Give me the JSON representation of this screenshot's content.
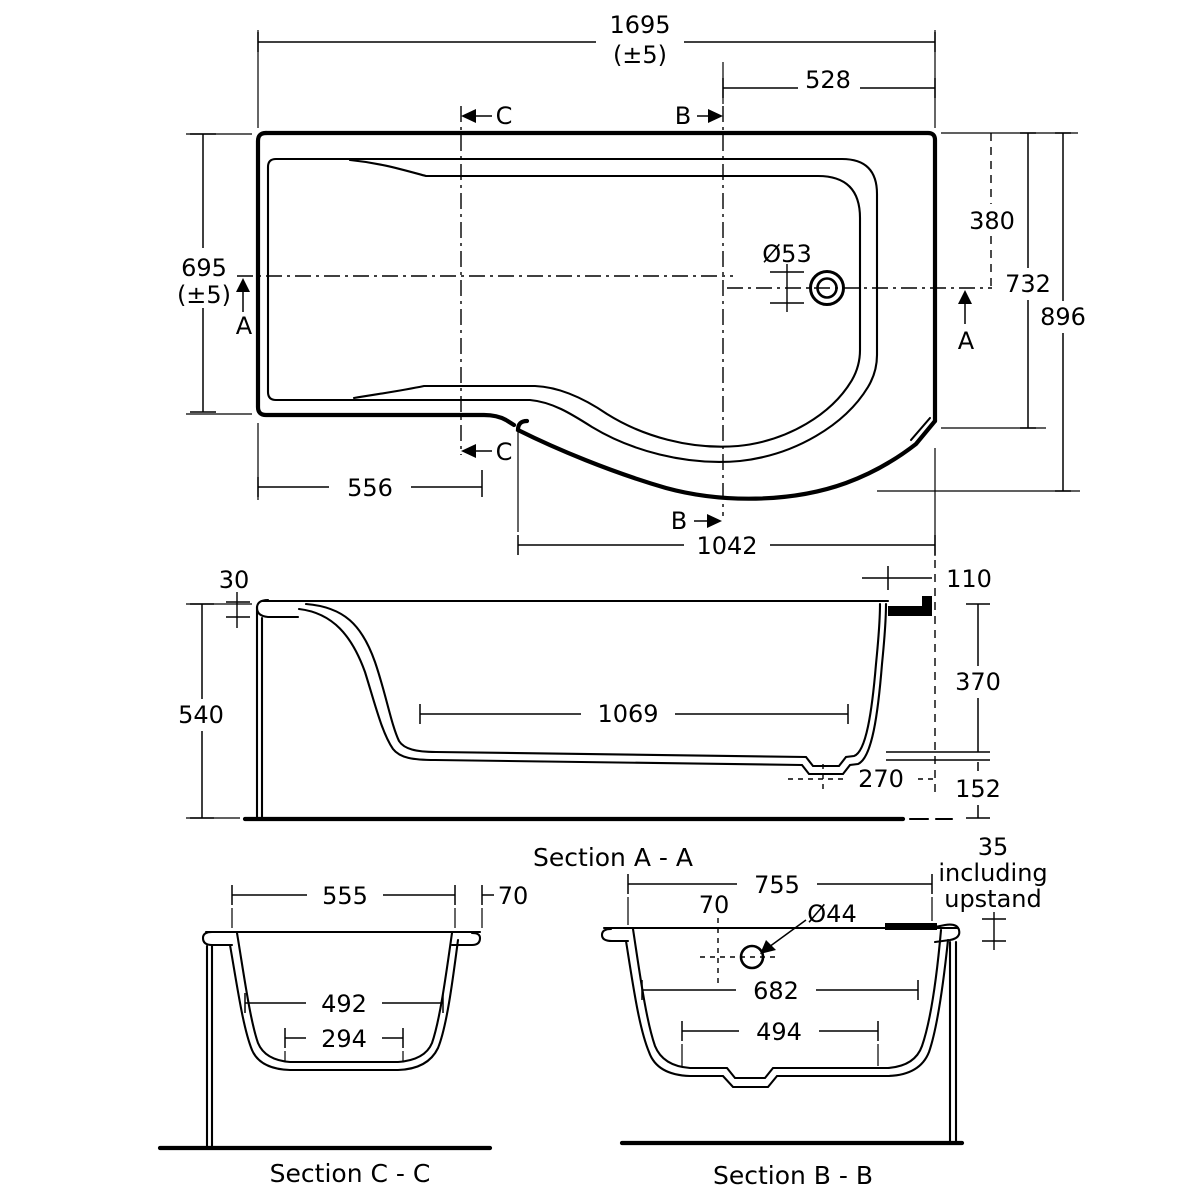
{
  "plan": {
    "length": "1695",
    "length_tol": "(±5)",
    "width": "695",
    "width_tol": "(±5)",
    "dim_528": "528",
    "dim_380": "380",
    "dim_732": "732",
    "dim_896": "896",
    "drain_dia": "Ø53",
    "dim_556": "556",
    "dim_1042": "1042",
    "marker_a": "A",
    "marker_b": "B",
    "marker_c": "C"
  },
  "section_aa": {
    "label": "Section A - A",
    "dim_30": "30",
    "dim_540": "540",
    "dim_1069": "1069",
    "dim_110": "110",
    "dim_370": "370",
    "dim_270": "270",
    "dim_152": "152"
  },
  "section_cc": {
    "label": "Section C - C",
    "dim_555": "555",
    "dim_70": "70",
    "dim_492": "492",
    "dim_294": "294"
  },
  "section_bb": {
    "label": "Section B - B",
    "dim_755": "755",
    "dim_70": "70",
    "overflow_dia": "Ø44",
    "dim_682": "682",
    "dim_494": "494",
    "upstand_value": "35",
    "upstand_word1": "including",
    "upstand_word2": "upstand"
  }
}
